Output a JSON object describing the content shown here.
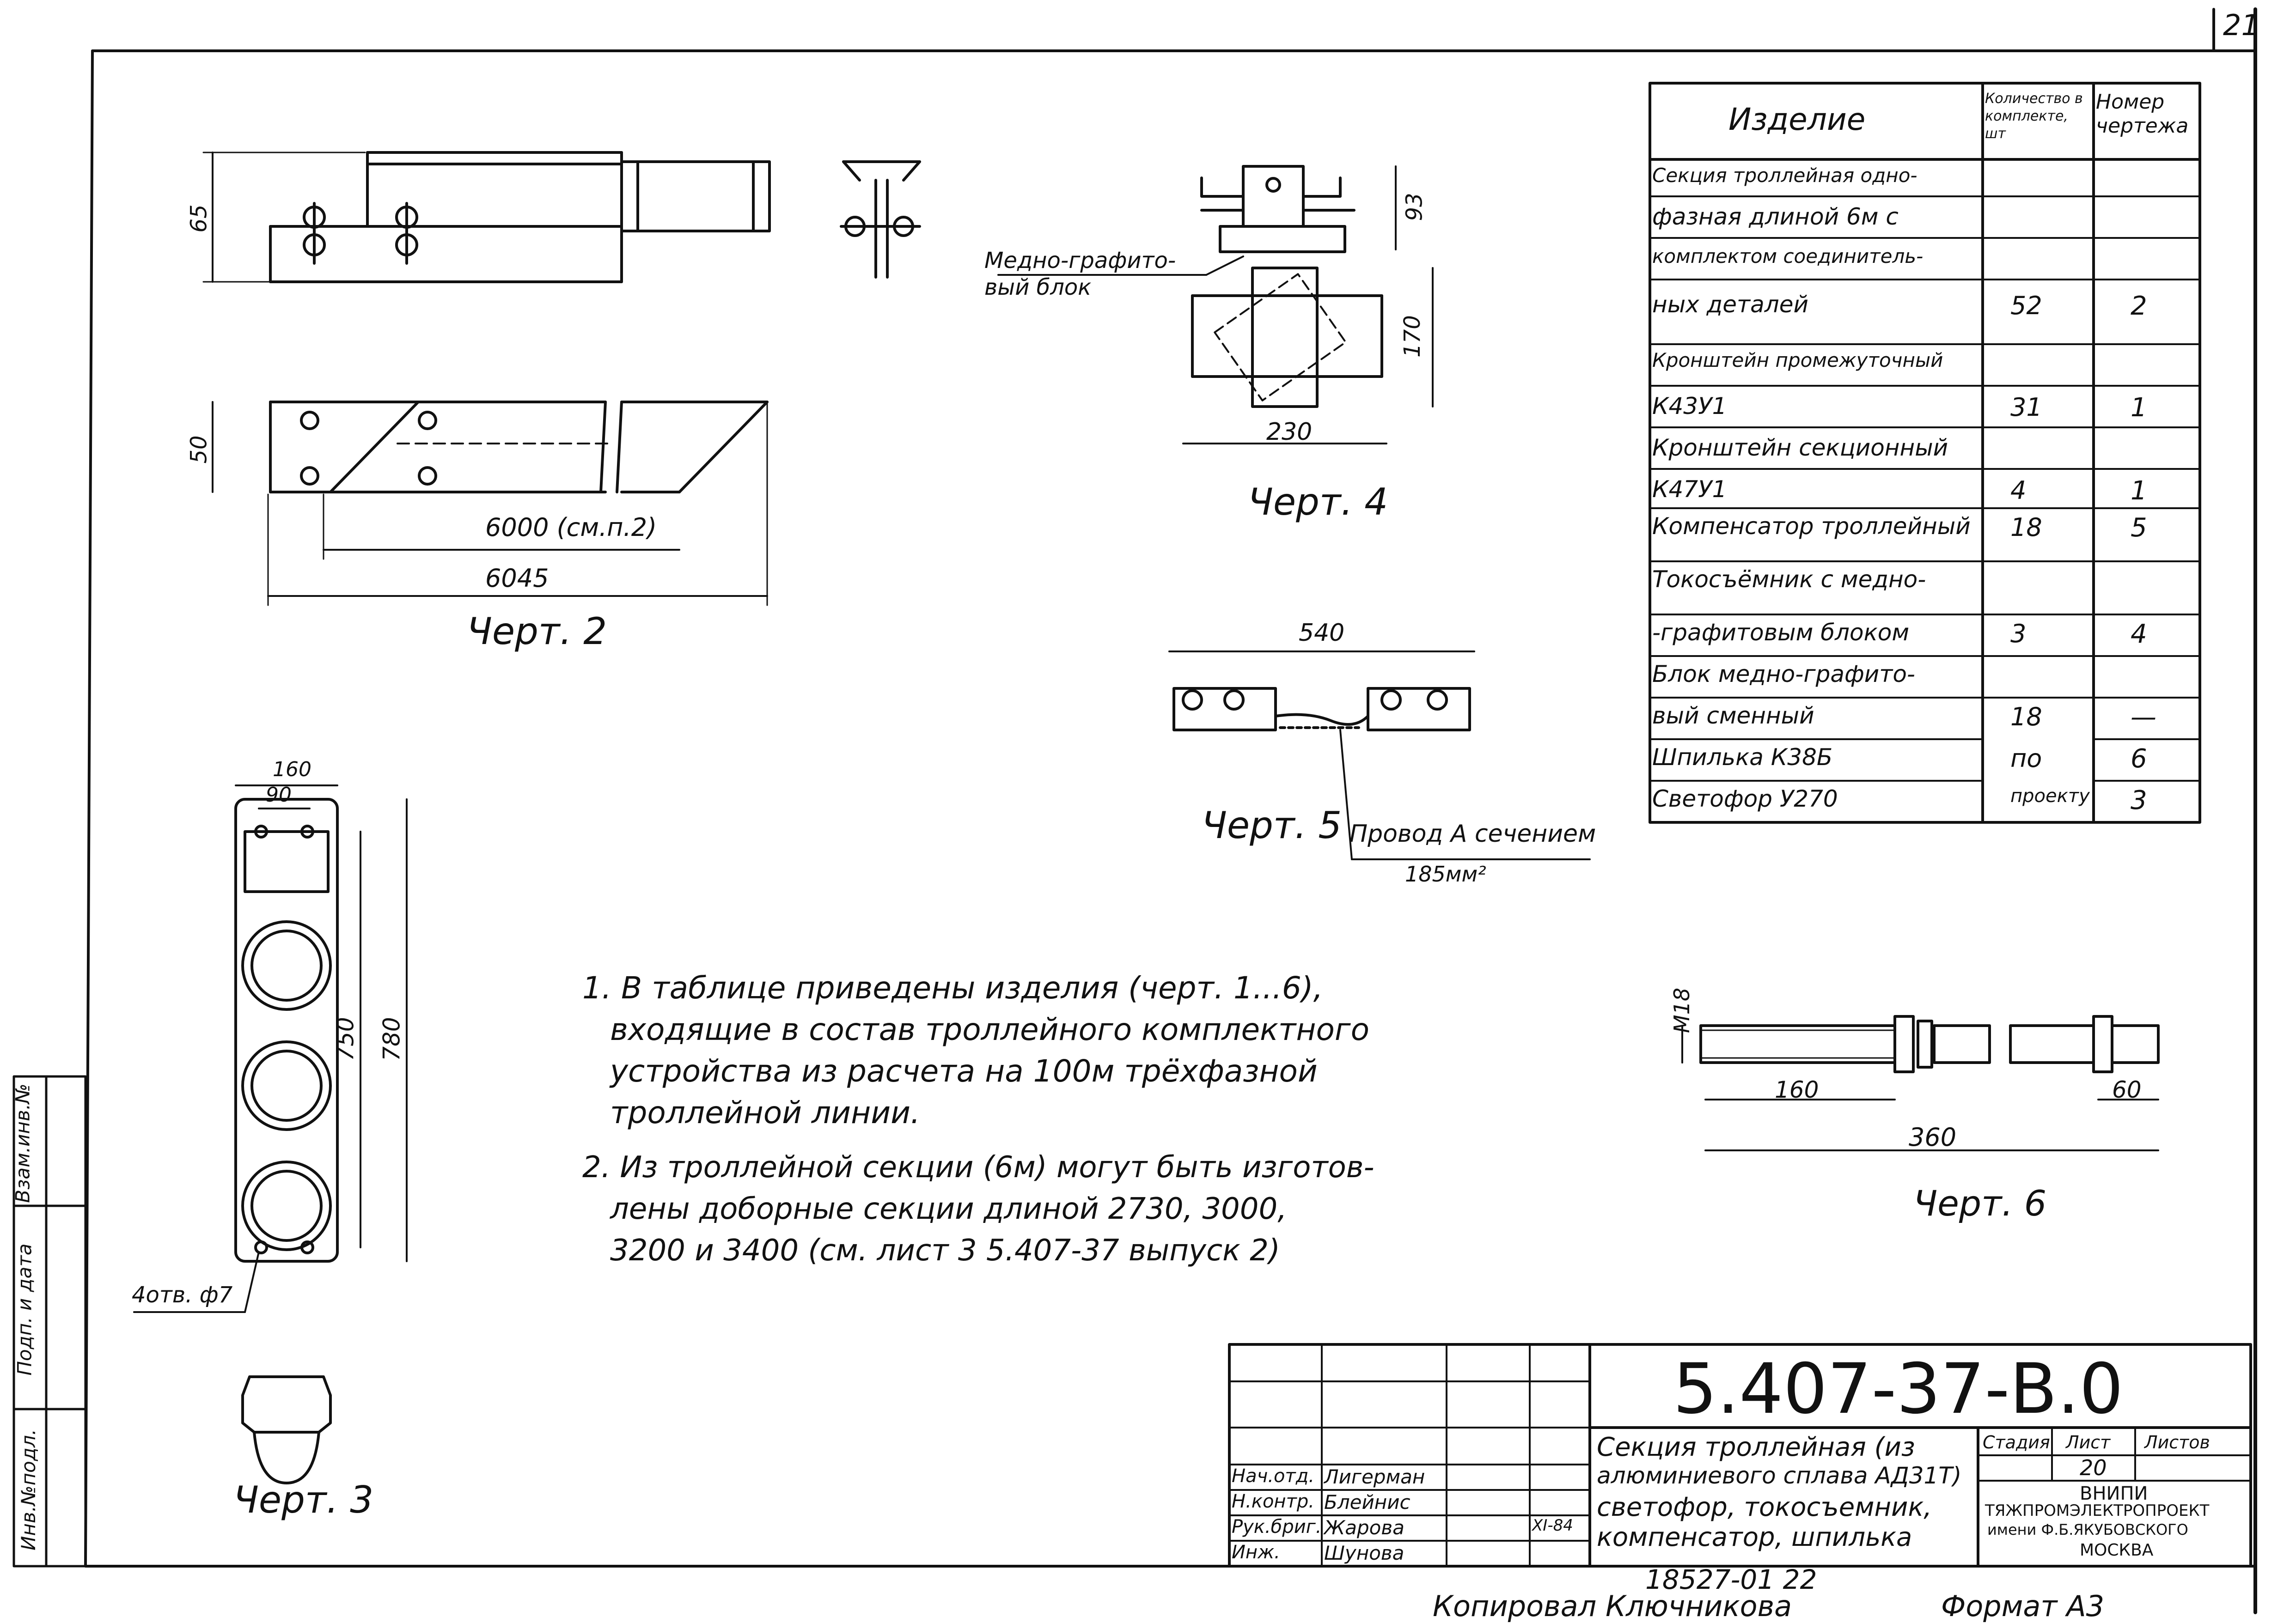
{
  "sheet": {
    "page_number": "21",
    "format": "Формат А3",
    "copied_by": "Копировал Ключникова",
    "order_number": "18527-01   22"
  },
  "table": {
    "headers": {
      "item": "Изделие",
      "qty": "Количество в комплекте, шт",
      "drawing": "Номер чертежа"
    },
    "rows": [
      {
        "item": "Секция троллейная одно-",
        "qty": "",
        "drawing": ""
      },
      {
        "item": "фазная длиной 6м с",
        "qty": "",
        "drawing": ""
      },
      {
        "item": "комплектом соединитель-",
        "qty": "",
        "drawing": ""
      },
      {
        "item": "ных деталей",
        "qty": "52",
        "drawing": "2"
      },
      {
        "item": "Кронштейн промежуточный",
        "qty": "",
        "drawing": ""
      },
      {
        "item": "К43У1",
        "qty": "31",
        "drawing": "1"
      },
      {
        "item": "Кронштейн секционный",
        "qty": "",
        "drawing": ""
      },
      {
        "item": "К47У1",
        "qty": "4",
        "drawing": "1"
      },
      {
        "item": "Компенсатор троллейный",
        "qty": "18",
        "drawing": "5"
      },
      {
        "item": "Токосъёмник с медно-",
        "qty": "",
        "drawing": ""
      },
      {
        "item": "-графитовым блоком",
        "qty": "3",
        "drawing": "4"
      },
      {
        "item": "Блок медно-графито-",
        "qty": "",
        "drawing": ""
      },
      {
        "item": "вый сменный",
        "qty": "18",
        "drawing": "—"
      },
      {
        "item": "Шпилька К38Б",
        "qty": "по",
        "drawing": "6"
      },
      {
        "item": "Светофор У270",
        "qty": "проекту",
        "drawing": "3"
      }
    ]
  },
  "drawings": {
    "cherte2": {
      "label": "Черт. 2",
      "dim_height": "65",
      "dim_width": "50",
      "dim_length": "6000 (см.п.2)",
      "dim_total": "6045"
    },
    "cherte3": {
      "label": "Черт. 3",
      "dim_w1": "160",
      "dim_w2": "90",
      "dim_h1": "750",
      "dim_h2": "780",
      "holes": "4отв. ф7"
    },
    "cherte4": {
      "label": "Черт. 4",
      "callout": "Медно-графито-\nвый блок",
      "dim_93": "93",
      "dim_170": "170",
      "dim_230": "230"
    },
    "cherte5": {
      "label": "Черт. 5",
      "dim_540": "540",
      "wire_note": "Провод А сечением",
      "wire_section": "185мм²"
    },
    "cherte6": {
      "label": "Черт. 6",
      "thread": "М18",
      "dim_160": "160",
      "dim_60": "60",
      "dim_360": "360"
    }
  },
  "notes": [
    "1. В таблице приведены изделия (черт. 1...6),",
    "входящие в состав троллейного комплектного",
    "устройства из расчета на 100м трёхфазной",
    "троллейной линии.",
    "2. Из троллейной секции (6м) могут быть изготов-",
    "лены доборные секции длиной 2730, 3000,",
    "3200 и 3400 (см. лист 3   5.407-37  выпуск 2)"
  ],
  "side_stamp": [
    "Инв.№подл.",
    "Подп. и дата",
    "Взам.инв.№"
  ],
  "title_block": {
    "doc_code": "5.407-37-В.0",
    "title": [
      "Секция троллейная (из",
      "алюминиевого сплава АД31Т)",
      "светофор, токосъемник,",
      "компенсатор, шпилька"
    ],
    "stage_label": "Стадия",
    "sheet_label": "Лист",
    "sheets_label": "Листов",
    "sheet_value": "20",
    "org": [
      "ВНИПИ",
      "ТЯЖПРОМЭЛЕКТРОПРОЕКТ",
      "имени Ф.Б.ЯКУБОВСКОГО",
      "МОСКВА"
    ],
    "signers": [
      {
        "role": "Нач.отд.",
        "name": "Лигерман",
        "date": ""
      },
      {
        "role": "Н.контр.",
        "name": "Блейнис",
        "date": ""
      },
      {
        "role": "Рук.бриг.",
        "name": "Жарова",
        "date": "XI-84"
      },
      {
        "role": "Инж.",
        "name": "Шунова",
        "date": ""
      }
    ]
  }
}
